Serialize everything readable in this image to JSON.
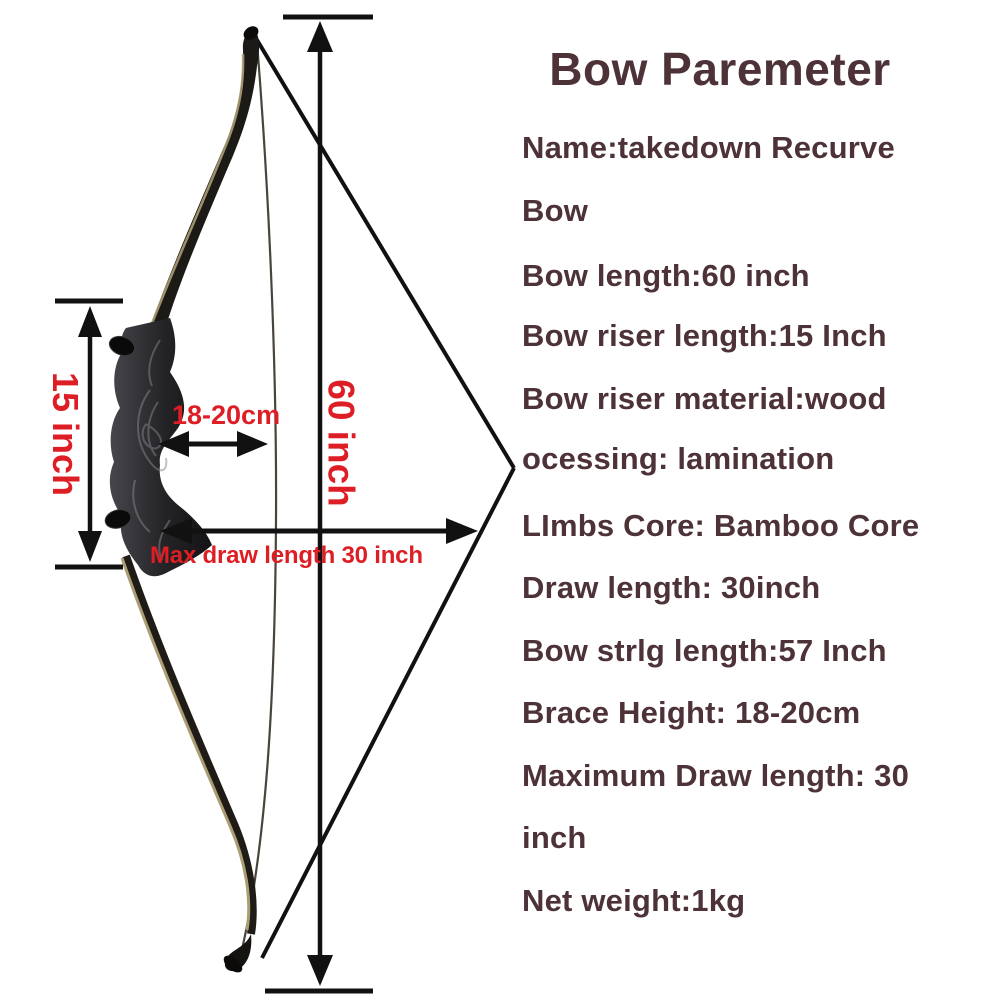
{
  "title": {
    "text": "Bow Paremeter"
  },
  "specs": {
    "lines": [
      "Name:takedown Recurve",
      "Bow",
      "Bow length:60 inch",
      "Bow riser length:15 Inch",
      "Bow riser material:wood",
      "ocessing: lamination",
      "LImbs Core: Bamboo Core",
      "Draw length: 30inch",
      "Bow strlg length:57 Inch",
      "Brace Height: 18-20cm",
      "Maximum Draw length: 30",
      "inch",
      "Net weight:1kg"
    ]
  },
  "annotations": {
    "bow_length_label": "60 inch",
    "riser_length_label": "15 inch",
    "brace_height_label": "18-20cm",
    "max_draw_label": "Max draw length 30 inch"
  },
  "colors": {
    "background": "#ffffff",
    "ink": "#4d3238",
    "accent_red": "#dd1e24",
    "line_black": "#111111",
    "bow_dark": "#1c1a17",
    "bow_tan": "#ac9d74",
    "riser_gray": "#2c2c30"
  }
}
